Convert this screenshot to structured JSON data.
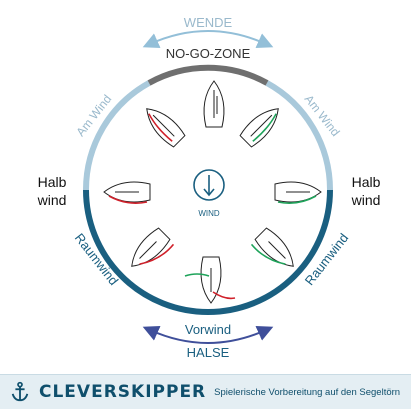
{
  "labels": {
    "wende": "WENDE",
    "no_go_zone": "NO-GO-ZONE",
    "am_wind_left": "Am Wind",
    "am_wind_right": "Am Wind",
    "halb_left_1": "Halb",
    "halb_left_2": "wind",
    "halb_right_1": "Halb",
    "halb_right_2": "wind",
    "raumwind_left": "Raumwind",
    "raumwind_right": "Raumwind",
    "vorwind": "Vorwind",
    "halse": "HALSE",
    "wind": "WIND"
  },
  "footer": {
    "brand": "CLEVERSKIPPER",
    "tagline": "Spielerische Vorbereitung auf den Segeltörn"
  },
  "colors": {
    "arc_no_go": "#6f6f6f",
    "arc_am_wind": "#a9c9db",
    "arc_lower": "#1a5f80",
    "arrow_top": "#93bfd8",
    "arrow_bottom": "#3f4f9a",
    "text_blue": "#1a5f80",
    "text_light": "#9ab9cc",
    "sail_red": "#d0202a",
    "sail_green": "#1ea35a"
  },
  "icons": {
    "center": "wind-down-arrow-icon",
    "footer": "anchor-icon"
  }
}
